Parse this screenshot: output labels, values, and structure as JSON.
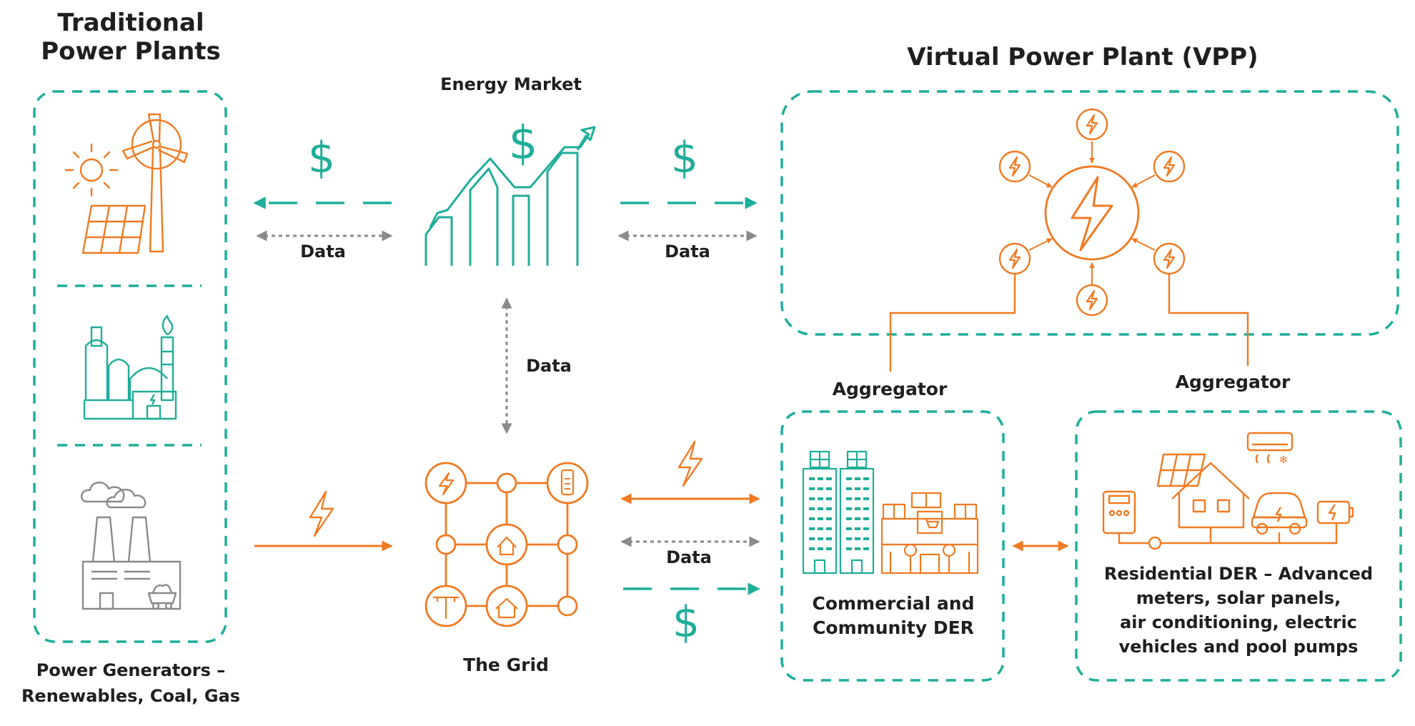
{
  "colors": {
    "teal": "#1fae9a",
    "orange": "#f07a22",
    "gray": "#8a8a8a",
    "text": "#1f1f1f"
  },
  "left": {
    "title_line1": "Traditional",
    "title_line2": "Power Plants",
    "caption_line1": "Power Generators –",
    "caption_line2": "Renewables, Coal, Gas"
  },
  "market": {
    "title": "Energy Market",
    "currency_symbol": "$"
  },
  "grid": {
    "title": "The Grid"
  },
  "vpp": {
    "title": "Virtual Power Plant (VPP)"
  },
  "aggregators": [
    "Aggregator",
    "Aggregator"
  ],
  "commercial": {
    "line1": "Commercial and",
    "line2": "Community DER"
  },
  "residential": {
    "line1": "Residential DER – Advanced",
    "line2": "meters, solar panels,",
    "line3": "air conditioning, electric",
    "line4": "vehicles and pool pumps"
  },
  "flow_labels": {
    "data_top_left": "Data",
    "data_top_right": "Data",
    "data_vertical": "Data",
    "data_grid_right": "Data"
  },
  "icons": {
    "plant_renewables": "sun-wind-solar-icon",
    "plant_gas": "gas-refinery-icon",
    "plant_coal": "coal-factory-icon",
    "market": "rising-chart-icon",
    "vpp_hub": "lightning-hub-icon",
    "grid": "grid-network-icon",
    "commercial": "commercial-buildings-icon",
    "residential": "residential-home-icon"
  }
}
